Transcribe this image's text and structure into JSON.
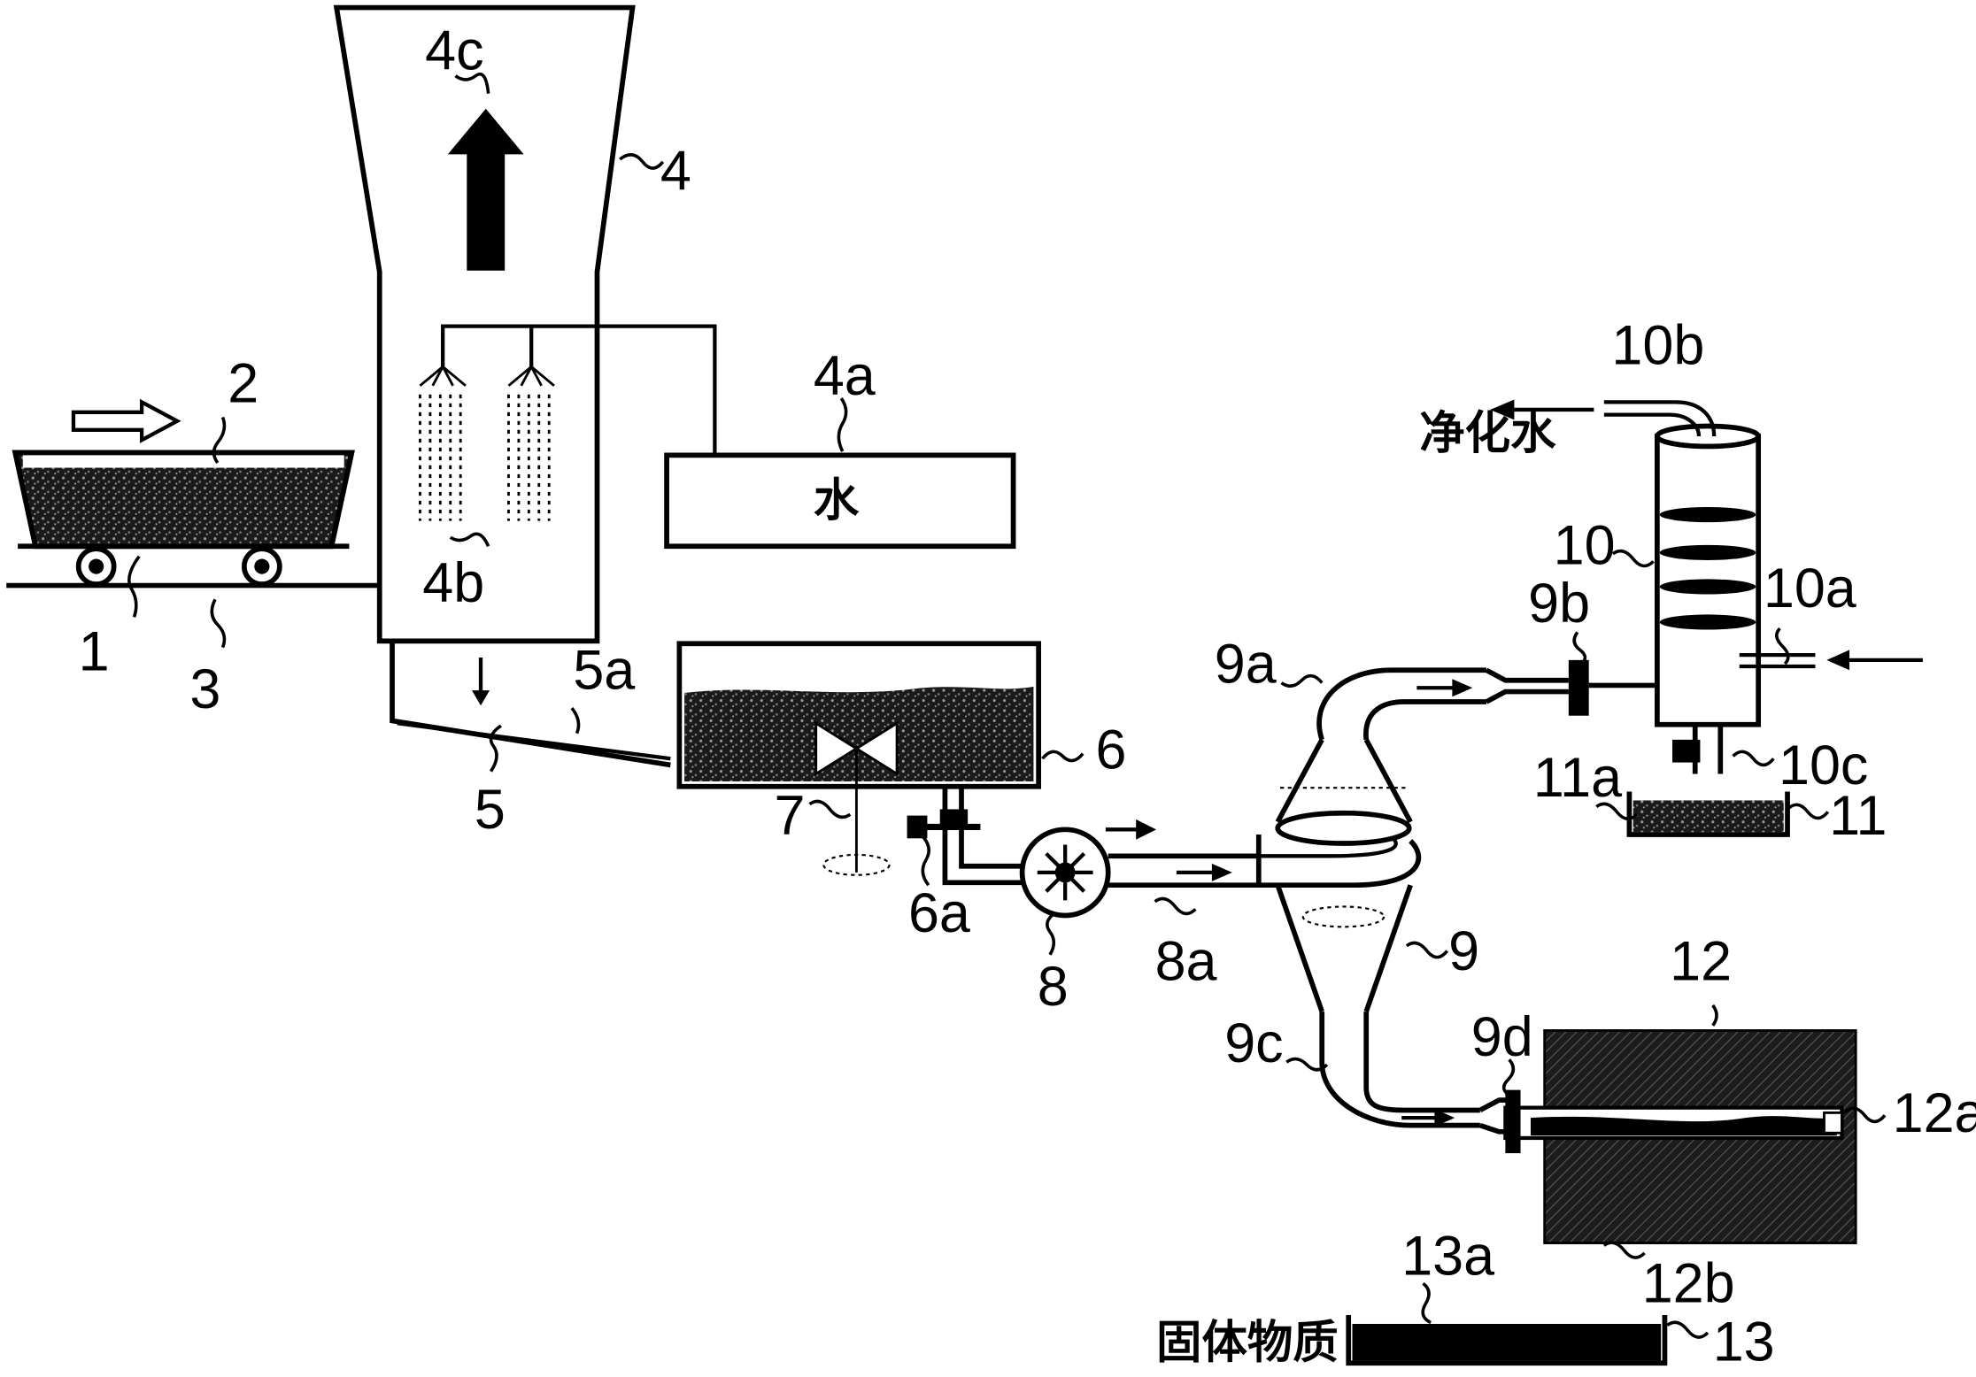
{
  "labels": {
    "l1": "1",
    "l2": "2",
    "l3": "3",
    "l4": "4",
    "l4a": "4a",
    "l4b": "4b",
    "l4c": "4c",
    "l5": "5",
    "l5a": "5a",
    "l6": "6",
    "l6a": "6a",
    "l7": "7",
    "l8": "8",
    "l8a": "8a",
    "l9": "9",
    "l9a": "9a",
    "l9b": "9b",
    "l9c": "9c",
    "l9d": "9d",
    "l10": "10",
    "l10a": "10a",
    "l10b": "10b",
    "l10c": "10c",
    "l11": "11",
    "l11a": "11a",
    "l12": "12",
    "l12a": "12a",
    "l12b": "12b",
    "l13": "13",
    "l13a": "13a"
  },
  "text": {
    "water": "水",
    "purified_water": "净化水",
    "solid_matter": "固体物质"
  }
}
